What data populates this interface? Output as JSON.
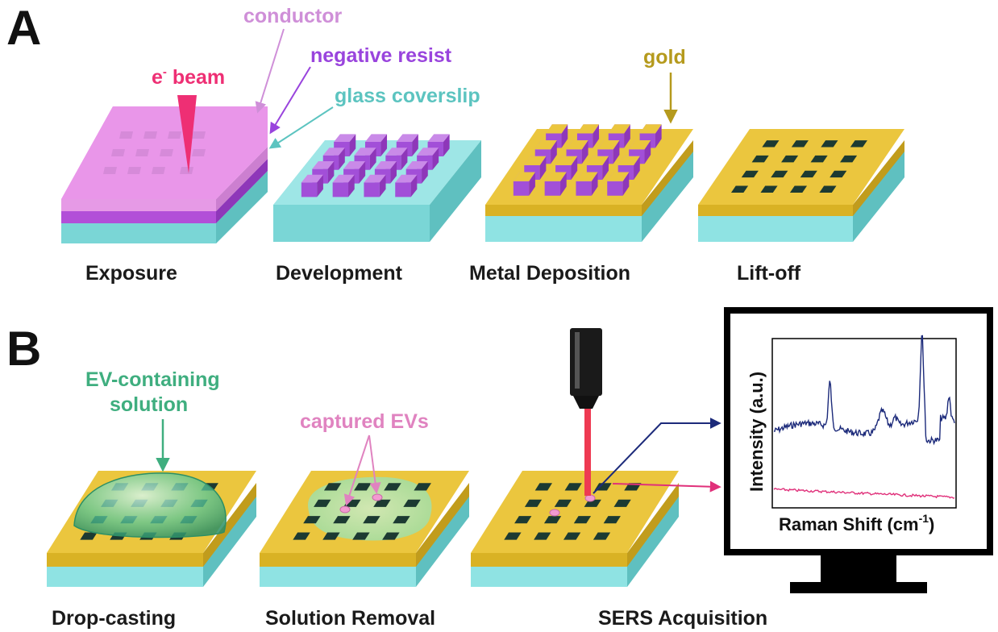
{
  "panels": {
    "a": {
      "letter": "A",
      "steps": [
        "Exposure",
        "Development",
        "Metal Deposition",
        "Lift-off"
      ],
      "labels": {
        "conductor": "conductor",
        "negative_resist": "negative resist",
        "e_beam_sup": "-",
        "e_beam_e": "e",
        "e_beam_rest": " beam",
        "glass_coverslip": "glass coverslip",
        "gold": "gold"
      }
    },
    "b": {
      "letter": "B",
      "steps": [
        "Drop-casting",
        "Solution Removal",
        "SERS Acquisition"
      ],
      "labels": {
        "ev_solution_line1": "EV-containing",
        "ev_solution_line2": "solution",
        "captured_evs": "captured EVs"
      },
      "spectrum": {
        "ylabel": "Intensity (a.u.)",
        "xlabel_main": "Raman Shift (cm",
        "xlabel_sup": "-1",
        "xlabel_end": ")"
      }
    }
  },
  "colors": {
    "conductor": "#e69ae6",
    "resist": "#a24fd8",
    "glass": "#8fe3e3",
    "gold": "#e8c43c",
    "ebeam": "#ee2f74",
    "gold_label": "#b59a1d",
    "glass_label": "#5cc4c0",
    "conductor_label": "#cf8fd8",
    "resist_label": "#9944dd",
    "ev_label": "#3fae7f",
    "captured_label": "#e083c0",
    "laser": "#e8344f",
    "spectrum_blue": "#1c2a7a",
    "spectrum_red": "#e0307a"
  }
}
